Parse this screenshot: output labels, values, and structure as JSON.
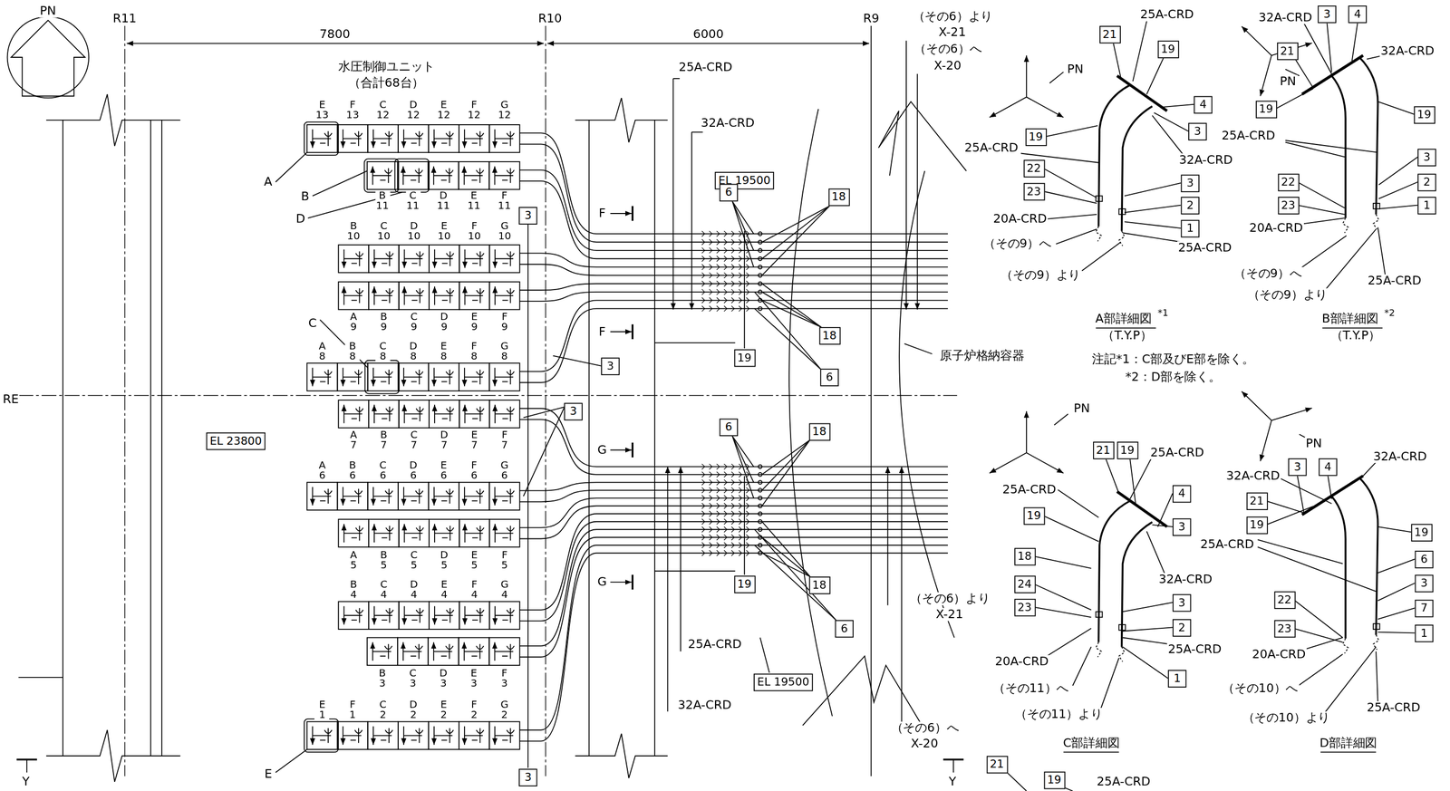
{
  "diagram": {
    "nodes": [
      {
        "text": [
          "3"
        ]
      },
      {
        "text": [
          "EL 19500"
        ]
      },
      {
        "text": [
          "6"
        ]
      },
      {
        "text": [
          "18"
        ]
      },
      {
        "text": [
          "18"
        ]
      },
      {
        "text": [
          "19"
        ]
      },
      {
        "text": [
          "3"
        ]
      },
      {
        "text": [
          "6"
        ]
      },
      {
        "text": [
          "3"
        ]
      },
      {
        "text": [
          "EL 23800"
        ]
      },
      {
        "text": [
          "6"
        ]
      },
      {
        "text": [
          "18"
        ]
      },
      {
        "text": [
          "19"
        ]
      },
      {
        "text": [
          "18"
        ]
      },
      {
        "text": [
          "6"
        ]
      },
      {
        "text": [
          "EL 19500"
        ]
      },
      {
        "text": [
          "3"
        ]
      },
      {
        "text": [
          "21"
        ]
      },
      {
        "text": [
          "19"
        ]
      },
      {
        "text": [
          "4"
        ]
      },
      {
        "text": [
          "3"
        ]
      },
      {
        "text": [
          "19"
        ]
      },
      {
        "text": [
          "22"
        ]
      },
      {
        "text": [
          "23"
        ]
      },
      {
        "text": [
          "3"
        ]
      },
      {
        "text": [
          "2"
        ]
      },
      {
        "text": [
          "1"
        ]
      },
      {
        "text": [
          "3"
        ]
      },
      {
        "text": [
          "4"
        ]
      },
      {
        "text": [
          "21"
        ]
      },
      {
        "text": [
          "19"
        ]
      },
      {
        "text": [
          "19"
        ]
      },
      {
        "text": [
          "3"
        ]
      },
      {
        "text": [
          "22"
        ]
      },
      {
        "text": [
          "2"
        ]
      },
      {
        "text": [
          "23"
        ]
      },
      {
        "text": [
          "1"
        ]
      },
      {
        "text": [
          "21"
        ]
      },
      {
        "text": [
          "19"
        ]
      },
      {
        "text": [
          "4"
        ]
      },
      {
        "text": [
          "19"
        ]
      },
      {
        "text": [
          "3"
        ]
      },
      {
        "text": [
          "18"
        ]
      },
      {
        "text": [
          "24"
        ]
      },
      {
        "text": [
          "3"
        ]
      },
      {
        "text": [
          "23"
        ]
      },
      {
        "text": [
          "2"
        ]
      },
      {
        "text": [
          "1"
        ]
      },
      {
        "text": [
          "3"
        ]
      },
      {
        "text": [
          "4"
        ]
      },
      {
        "text": [
          "21"
        ]
      },
      {
        "text": [
          "19"
        ]
      },
      {
        "text": [
          "19"
        ]
      },
      {
        "text": [
          "6"
        ]
      },
      {
        "text": [
          "3"
        ]
      },
      {
        "text": [
          "22"
        ]
      },
      {
        "text": [
          "7"
        ]
      },
      {
        "text": [
          "23"
        ]
      },
      {
        "text": [
          "1"
        ]
      },
      {
        "text": [
          "21"
        ]
      },
      {
        "text": [
          "19"
        ]
      }
    ],
    "labels": [
      "PN",
      "R11",
      "R10",
      "R9",
      "7800",
      "6000",
      "水圧制御ユニット",
      "（合計68台）",
      "A",
      "B",
      "D",
      "C",
      "RE",
      "E",
      "25A-CRD",
      "32A-CRD",
      "F",
      "F",
      "G",
      "G",
      "（その6）より",
      "X-21",
      "（その6）へ",
      "X-20",
      "原子炉格納容器",
      "（その6）より",
      "X-21",
      "25A-CRD",
      "32A-CRD",
      "（その6）へ",
      "X-20",
      "Y",
      "Y",
      "25A-CRD",
      "PN",
      "25A-CRD",
      "32A-CRD",
      "20A-CRD",
      "（その9）へ",
      "25A-CRD",
      "（その9）より",
      "A部詳細図",
      "*1",
      "（T.Y.P）",
      "32A-CRD",
      "32A-CRD",
      "PN",
      "25A-CRD",
      "20A-CRD",
      "（その9）へ",
      "（その9）より",
      "25A-CRD",
      "B部詳細図",
      "*2",
      "（T.Y.P）",
      "注記*1：C部及びE部を除く。",
      "*2：D部を除く。",
      "PN",
      "25A-CRD",
      "25A-CRD",
      "32A-CRD",
      "25A-CRD",
      "20A-CRD",
      "（その11）へ",
      "（その11）より",
      "C部詳細図",
      "32A-CRD",
      "32A-CRD",
      "PN",
      "25A-CRD",
      "20A-CRD",
      "（その10）へ",
      "（その10）より",
      "25A-CRD",
      "D部詳細図",
      "25A-CRD",
      "E 13",
      "F 13",
      "C 12",
      "D 12",
      "E 12",
      "F 12",
      "G 12",
      "B 11",
      "C 11",
      "D 11",
      "E 11",
      "F 11",
      "B 10",
      "C 10",
      "D 10",
      "E 10",
      "F 10",
      "G 10",
      "A 9",
      "B 9",
      "C 9",
      "D 9",
      "E 9",
      "F 9",
      "A 8",
      "B 8",
      "C 8",
      "D 8",
      "E 8",
      "F 8",
      "G 8",
      "A 7",
      "B 7",
      "C 7",
      "D 7",
      "E 7",
      "F 7",
      "A 6",
      "B 6",
      "C 6",
      "D 6",
      "E 6",
      "F 6",
      "G 6",
      "A 5",
      "B 5",
      "C 5",
      "D 5",
      "E 5",
      "F 5",
      "B 4",
      "C 4",
      "D 4",
      "E 4",
      "F 4",
      "G 4",
      "B 3",
      "C 3",
      "D 3",
      "E 3",
      "F 3",
      "E 1",
      "F 1",
      "C 2",
      "D 2",
      "E 2",
      "F 2",
      "G 2"
    ]
  }
}
